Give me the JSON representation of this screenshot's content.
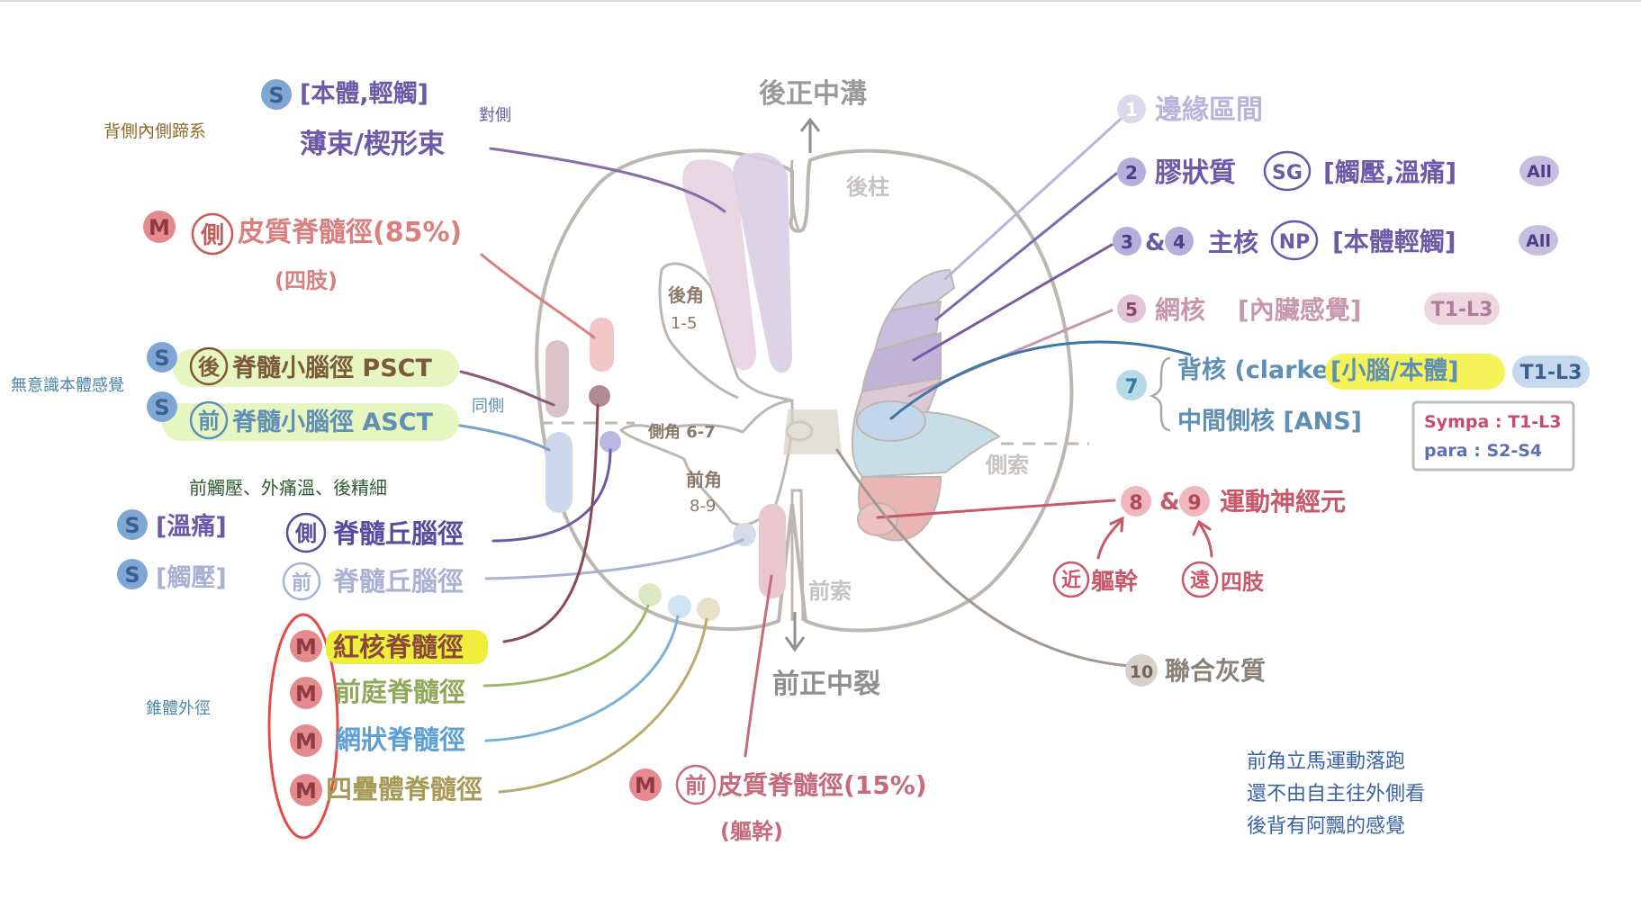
{
  "colors": {
    "outline": "#b8b2ad",
    "tract_purple": "#8a6aa8",
    "tract_pink": "#d9807e",
    "tract_green": "#9fb76a",
    "tract_blue": "#7ab0dc",
    "tract_olive": "#b8ab6e",
    "tract_teal": "#5f8fb5",
    "sensory_badge": "#7fa7d6",
    "motor_badge": "#e58a8f",
    "highlight_yellow": "#f0ee3c",
    "highlight_green": "#e7f5c0",
    "red_oval": "#e54a48"
  },
  "headings": {
    "posterior_median_sulcus": "後正中溝",
    "anterior_median_fissure": "前正中裂",
    "posterior_funiculus": "後柱",
    "lateral_funiculus": "側索",
    "anterior_funiculus": "前索",
    "posterior_horn": "後角",
    "posterior_horn_laminae": "1-5",
    "lateral_horn": "側角 6-7",
    "anterior_horn": "前角",
    "anterior_horn_laminae": "8-9"
  },
  "left_notes": {
    "dcml": "背側內側蹄系",
    "contralateral": "對側",
    "ipsilateral": "同側",
    "unconscious_proprioception": "無意識本體感覺",
    "spinothalamic_summary": "前觸壓、外痛溫、後精細",
    "extrapyramidal": "錐體外徑"
  },
  "tracts_left": {
    "fg_badge": "S",
    "fg_modality": "[本體,輕觸]",
    "fg_name": "薄束/楔形束",
    "lcst_badge": "M",
    "lcst_circle": "側",
    "lcst_name": "皮質脊髓徑(85%)",
    "lcst_sub": "(四肢)",
    "pscst_badge": "S",
    "pscst_circle": "後",
    "pscst_name": "脊髓小腦徑 PSCT",
    "ascst_badge": "S",
    "ascst_circle": "前",
    "ascst_name": "脊髓小腦徑 ASCT",
    "lst_badge": "S",
    "lst_modality": "[溫痛]",
    "lst_circle": "側",
    "lst_name": "脊髓丘腦徑",
    "ast_badge": "S",
    "ast_modality": "[觸壓]",
    "ast_circle": "前",
    "ast_name": "脊髓丘腦徑",
    "rst_badge": "M",
    "rst_name": "紅核脊髓徑",
    "vst_badge": "M",
    "vst_name": "前庭脊髓徑",
    "rtst_badge": "M",
    "rtst_name": "網狀脊髓徑",
    "tst_badge": "M",
    "tst_name": "四疊體脊髓徑",
    "acst_badge": "M",
    "acst_circle": "前",
    "acst_name": "皮質脊髓徑(15%)",
    "acst_sub": "(軀幹)"
  },
  "laminae_right": {
    "l1_num": "1",
    "l1_name": "邊緣區間",
    "l2_num": "2",
    "l2_name": "膠狀質",
    "l2_circle": "SG",
    "l2_modality": "[觸壓,溫痛]",
    "l2_tag": "All",
    "l34_num_a": "3",
    "l34_amp": "&",
    "l34_num_b": "4",
    "l34_name": "主核",
    "l34_circle": "NP",
    "l34_modality": "[本體輕觸]",
    "l34_tag": "All",
    "l5_num": "5",
    "l5_name": "網核",
    "l5_modality": "[內臟感覺]",
    "l5_tag": "T1-L3",
    "l7_num": "7",
    "l7_clarke": "背核 (clarke)",
    "l7_clarke_fn": "[小腦/本體]",
    "l7_clarke_tag": "T1-L3",
    "l7_imn": "中間側核 [ANS]",
    "l7_sympa": "Sympa : T1-L3",
    "l7_para": "para : S2-S4",
    "l89_num_a": "8",
    "l89_amp": "&",
    "l89_num_b": "9",
    "l89_name": "運動神經元",
    "proximal_circle": "近",
    "proximal_label": "軀幹",
    "distal_circle": "遠",
    "distal_label": "四肢",
    "l10_num": "10",
    "l10_name": "聯合灰質"
  },
  "mnemonic": {
    "line1": "前角立馬運動落跑",
    "line2": "還不由自主往外側看",
    "line3": "後背有阿飄的感覺"
  }
}
